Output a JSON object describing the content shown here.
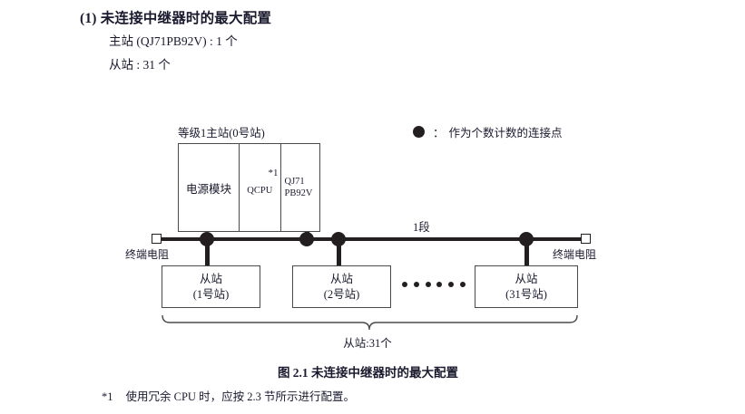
{
  "heading": {
    "number": "(1)",
    "text": "未连接中继器时的最大配置"
  },
  "spec_lines": [
    "主站 (QJ71PB92V) : 1 个",
    "从站 : 31 个"
  ],
  "legend": {
    "marker": "filled-circle",
    "colon": "：",
    "text": "作为个数计数的连接点"
  },
  "master": {
    "title": "等级1主站(0号站)",
    "cells": {
      "power": "电源模块",
      "cpu": "QCPU",
      "cpu_footnote": "*1",
      "network_line1": "QJ71",
      "network_line2": "PB92V"
    }
  },
  "bus": {
    "segment_label": "1段",
    "terminator_left": "终端电阻",
    "terminator_right": "终端电阻",
    "node_count": 4
  },
  "slaves": [
    {
      "title": "从站",
      "station": "(1号站)"
    },
    {
      "title": "从站",
      "station": "(2号站)"
    },
    {
      "title": "从站",
      "station": "(31号站)"
    }
  ],
  "ellipsis_dots": 6,
  "bracket": {
    "label": "从站:31个"
  },
  "caption": "图 2.1  未连接中继器时的最大配置",
  "footnote": {
    "marker": "*1",
    "text": "使用冗余 CPU 时，应按 2.3 节所示进行配置。"
  },
  "colors": {
    "ink": "#231f20",
    "text": "#1a1a2e",
    "box_border": "#4a4a4a",
    "background": "#ffffff"
  }
}
